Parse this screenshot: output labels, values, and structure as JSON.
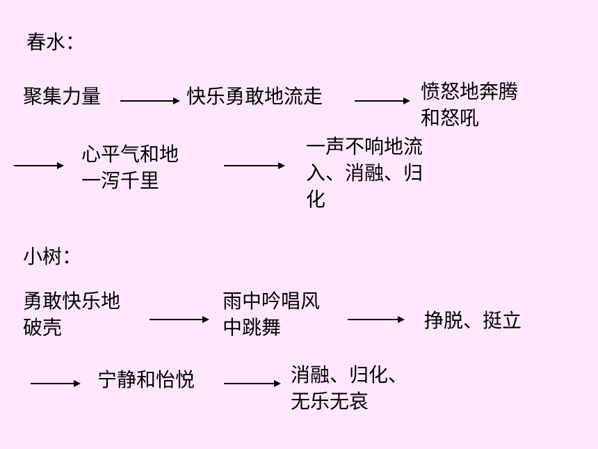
{
  "colors": {
    "background": "#ffe8ff",
    "text": "#000000"
  },
  "section1": {
    "title": "春水：",
    "stages": [
      [
        "聚集力量"
      ],
      [
        "快乐勇敢地流走"
      ],
      [
        "愤怒地奔腾",
        "和怒吼"
      ],
      [
        "心平气和地",
        "一泻千里"
      ],
      [
        "一声不响地流",
        "入、消融、归",
        "化"
      ]
    ]
  },
  "section2": {
    "title": "小树：",
    "stages": [
      [
        "勇敢快乐地",
        "破壳"
      ],
      [
        "雨中吟唱风",
        "中跳舞"
      ],
      [
        "挣脱、挺立"
      ],
      [
        "宁静和怡悦"
      ],
      [
        "消融、归化、",
        "无乐无哀"
      ]
    ]
  }
}
